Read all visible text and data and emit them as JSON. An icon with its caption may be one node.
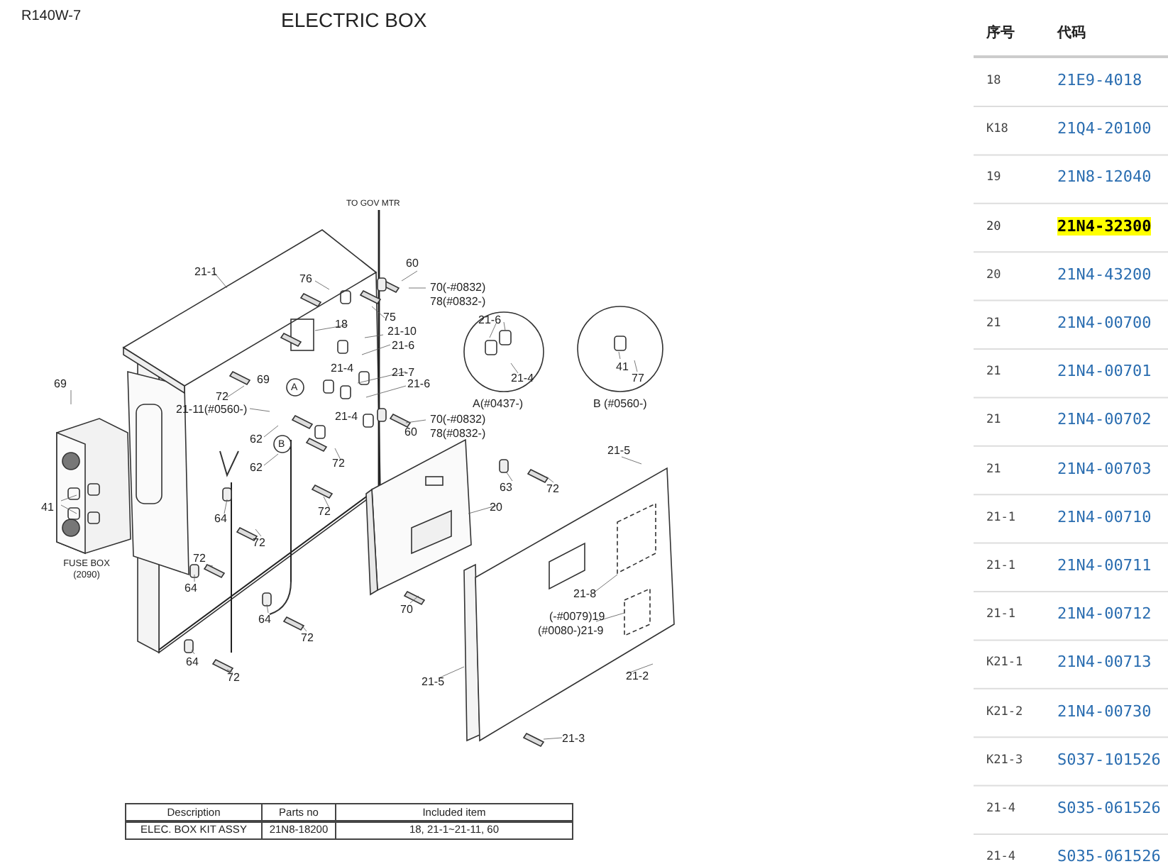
{
  "diagram": {
    "title": "ELECTRIC BOX",
    "labels": [
      "R140W-7",
      "TO GOV MTR",
      "21-1",
      "76",
      "60",
      "70(-#0832)",
      "78(#0832-)",
      "18",
      "75",
      "21-6",
      "21-10",
      "21-6",
      "21-4",
      "41",
      "69",
      "69",
      "A",
      "21-7",
      "21-6",
      "21-4",
      "77",
      "72",
      "21-11(#0560-)",
      "21-4",
      "70(-#0832)",
      "A(#0437-)",
      "B (#0560-)",
      "62",
      "B",
      "60",
      "78(#0832-)",
      "21-5",
      "62",
      "72",
      "63",
      "72",
      "41",
      "64",
      "72",
      "20",
      "72",
      "FUSE BOX (2090)",
      "72",
      "64",
      "21-8",
      "64",
      "70",
      "(-#0079)19",
      "72",
      "(#0080-)21-9",
      "64",
      "72",
      "21-5",
      "21-2",
      "21-3",
      "Description",
      "Parts no",
      "Included item",
      "ELEC. BOX KIT ASSY",
      "21N8-18200",
      "18, 21-1~21-11, 60",
      "序号",
      "代码",
      "18",
      "21E9-4018",
      "K18",
      "21Q4-20100",
      "19",
      "21N8-12040",
      "20",
      "21N4-32300",
      "20",
      "21N4-43200",
      "21",
      "21N4-00700",
      "21",
      "21N4-00701",
      "21",
      "21N4-00702",
      "21",
      "21N4-00703",
      "21-1",
      "21N4-00710",
      "21-1",
      "21N4-00711",
      "21-1",
      "21N4-00712",
      "K21-1",
      "21N4-00713",
      "K21-2",
      "21N4-00730",
      "K21-3",
      "S037-101526",
      "21-4",
      "S035-061526",
      "21-4",
      "S035-061526"
    ]
  }
}
